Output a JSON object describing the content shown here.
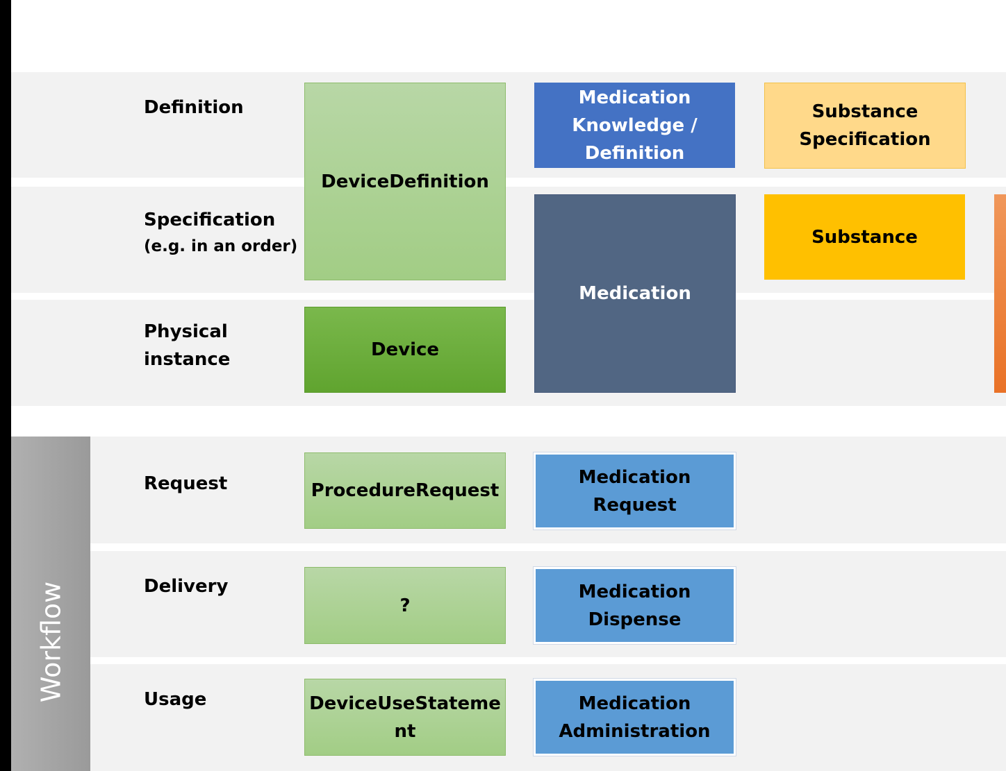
{
  "rows": {
    "definition": "Definition",
    "specification": "Specification",
    "specification_sub": "(e.g. in an order)",
    "physical_instance": "Physical instance",
    "request": "Request",
    "delivery": "Delivery",
    "usage": "Usage"
  },
  "group": {
    "workflow": "Workflow"
  },
  "boxes": {
    "device_definition": "DeviceDefinition",
    "medication_knowledge": "Medication Knowledge / Definition",
    "substance_specification": "Substance Specification",
    "medication": "Medication",
    "substance": "Substance",
    "device": "Device",
    "procedure_request": "ProcedureRequest",
    "medication_request": "Medication Request",
    "unknown_delivery": "?",
    "medication_dispense": "Medication Dispense",
    "device_use_statement": "DeviceUseStatement",
    "medication_administration": "Medication Administration"
  },
  "colors": {
    "green_light": "#a9d18e",
    "green_dark": "#70ad47",
    "blue_mid": "#4472c4",
    "slate": "#516683",
    "yellow_light": "#ffd98a",
    "yellow": "#ffc000",
    "blue_light": "#5b9bd5",
    "orange": "#ed7d31",
    "band": "#f2f2f2"
  }
}
